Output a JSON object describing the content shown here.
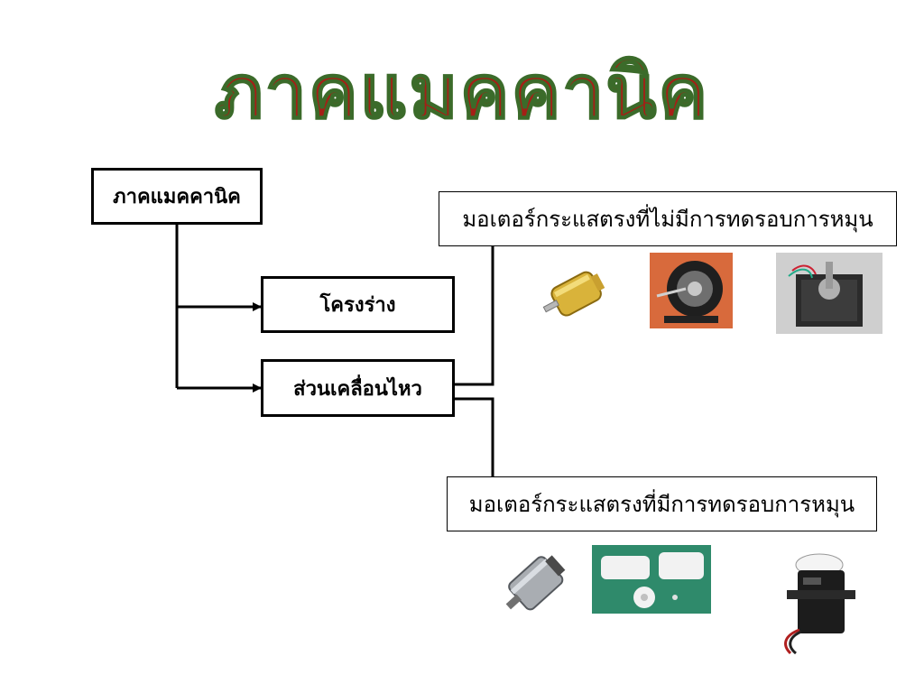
{
  "slide": {
    "title": "ภาคแมคคานิค"
  },
  "diagram": {
    "root": "ภาคแมคคานิค",
    "branches": [
      "โครงร่าง",
      "ส่วนเคลื่อนไหว"
    ],
    "motor_types": [
      "มอเตอร์กระแสตรงที่ไม่มีการทดรอบการหมุน",
      "มอเตอร์กระแสตรงที่มีการทดรอบการหมุน"
    ]
  },
  "images": {
    "row1": [
      "small-gold-dc-motor-photo",
      "fan-motor-photo",
      "stepper-motor-photo"
    ],
    "row2": [
      "geared-dc-motor-photo",
      "white-gearbox-motor-photo",
      "servo-motor-photo"
    ]
  },
  "colors": {
    "title_fill": "#a51f16",
    "title_outline": "#3b6b2a",
    "line": "#000000"
  }
}
